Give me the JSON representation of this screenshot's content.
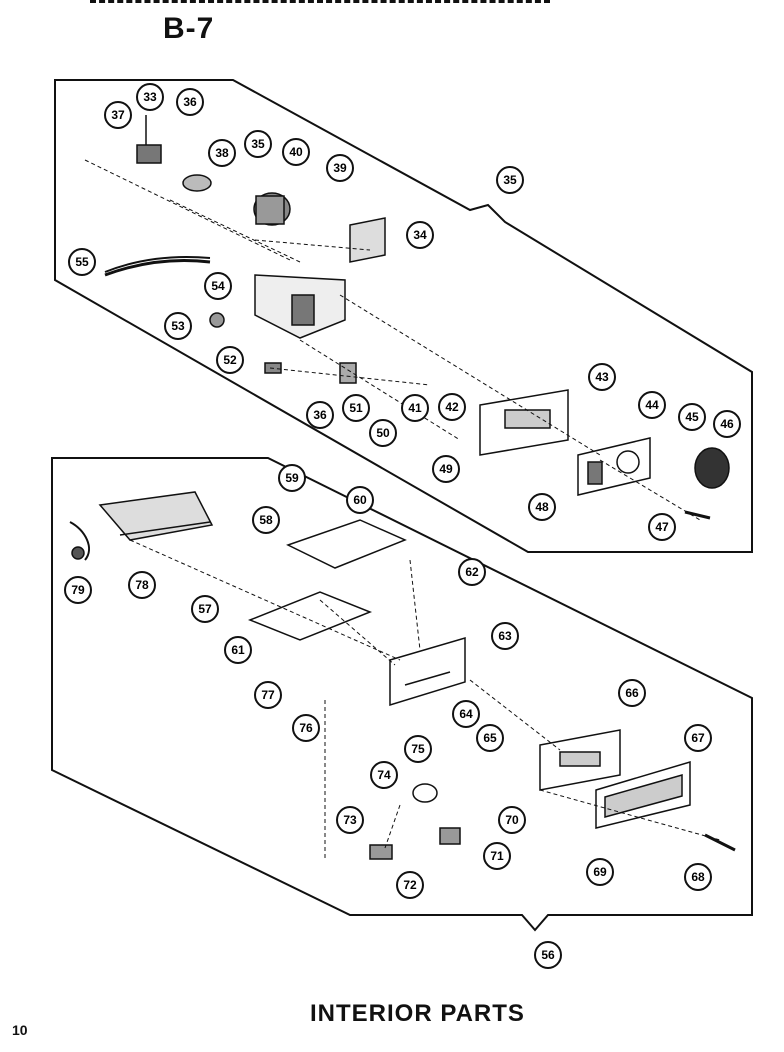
{
  "page_title": "B-7",
  "caption": "INTERIOR PARTS",
  "page_number": "10",
  "upper_assembly": {
    "group_number": "35",
    "part_numbers": [
      "37",
      "33",
      "36",
      "38",
      "35",
      "40",
      "39",
      "34",
      "55",
      "54",
      "53",
      "52",
      "36",
      "51",
      "50",
      "41",
      "42",
      "43",
      "49",
      "44",
      "45",
      "46",
      "48",
      "47"
    ]
  },
  "lower_assembly": {
    "group_number": "56",
    "part_numbers": [
      "59",
      "60",
      "58",
      "79",
      "78",
      "57",
      "62",
      "61",
      "63",
      "77",
      "76",
      "64",
      "66",
      "65",
      "67",
      "75",
      "74",
      "70",
      "73",
      "71",
      "72",
      "69",
      "68"
    ]
  },
  "colors": {
    "ink": "#111111",
    "paper": "#ffffff",
    "part_gray": "#bdbdbd",
    "part_dark": "#555555"
  }
}
